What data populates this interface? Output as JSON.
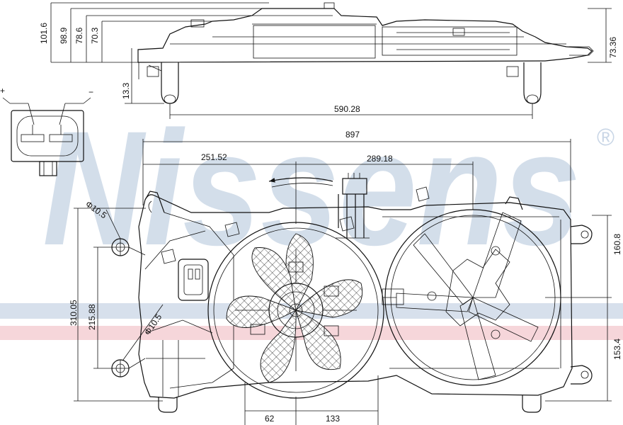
{
  "brand": {
    "watermark": "Nissens",
    "registered_mark": "®",
    "colors": {
      "watermark_blue": "#c9d6e6",
      "watermark_red": "#f4cfd4",
      "line": "#111111"
    }
  },
  "connector": {
    "plus": "+",
    "minus": "−"
  },
  "top_view": {
    "dims": {
      "h1": "101.6",
      "h2": "98.9",
      "h3": "78.6",
      "h4": "70.3",
      "lug": "13.3",
      "right": "73.36",
      "width": "590.28"
    }
  },
  "front_view": {
    "dims": {
      "overall": "897",
      "left_offset": "251.52",
      "right_offset": "289.18",
      "hole_top": "Φ10.5",
      "hole_bottom": "Φ10.5",
      "height_total": "310.05",
      "height_mid": "215.88",
      "right_upper": "160.8",
      "right_lower": "153.4",
      "bottom_left": "62",
      "bottom_right": "133"
    }
  }
}
